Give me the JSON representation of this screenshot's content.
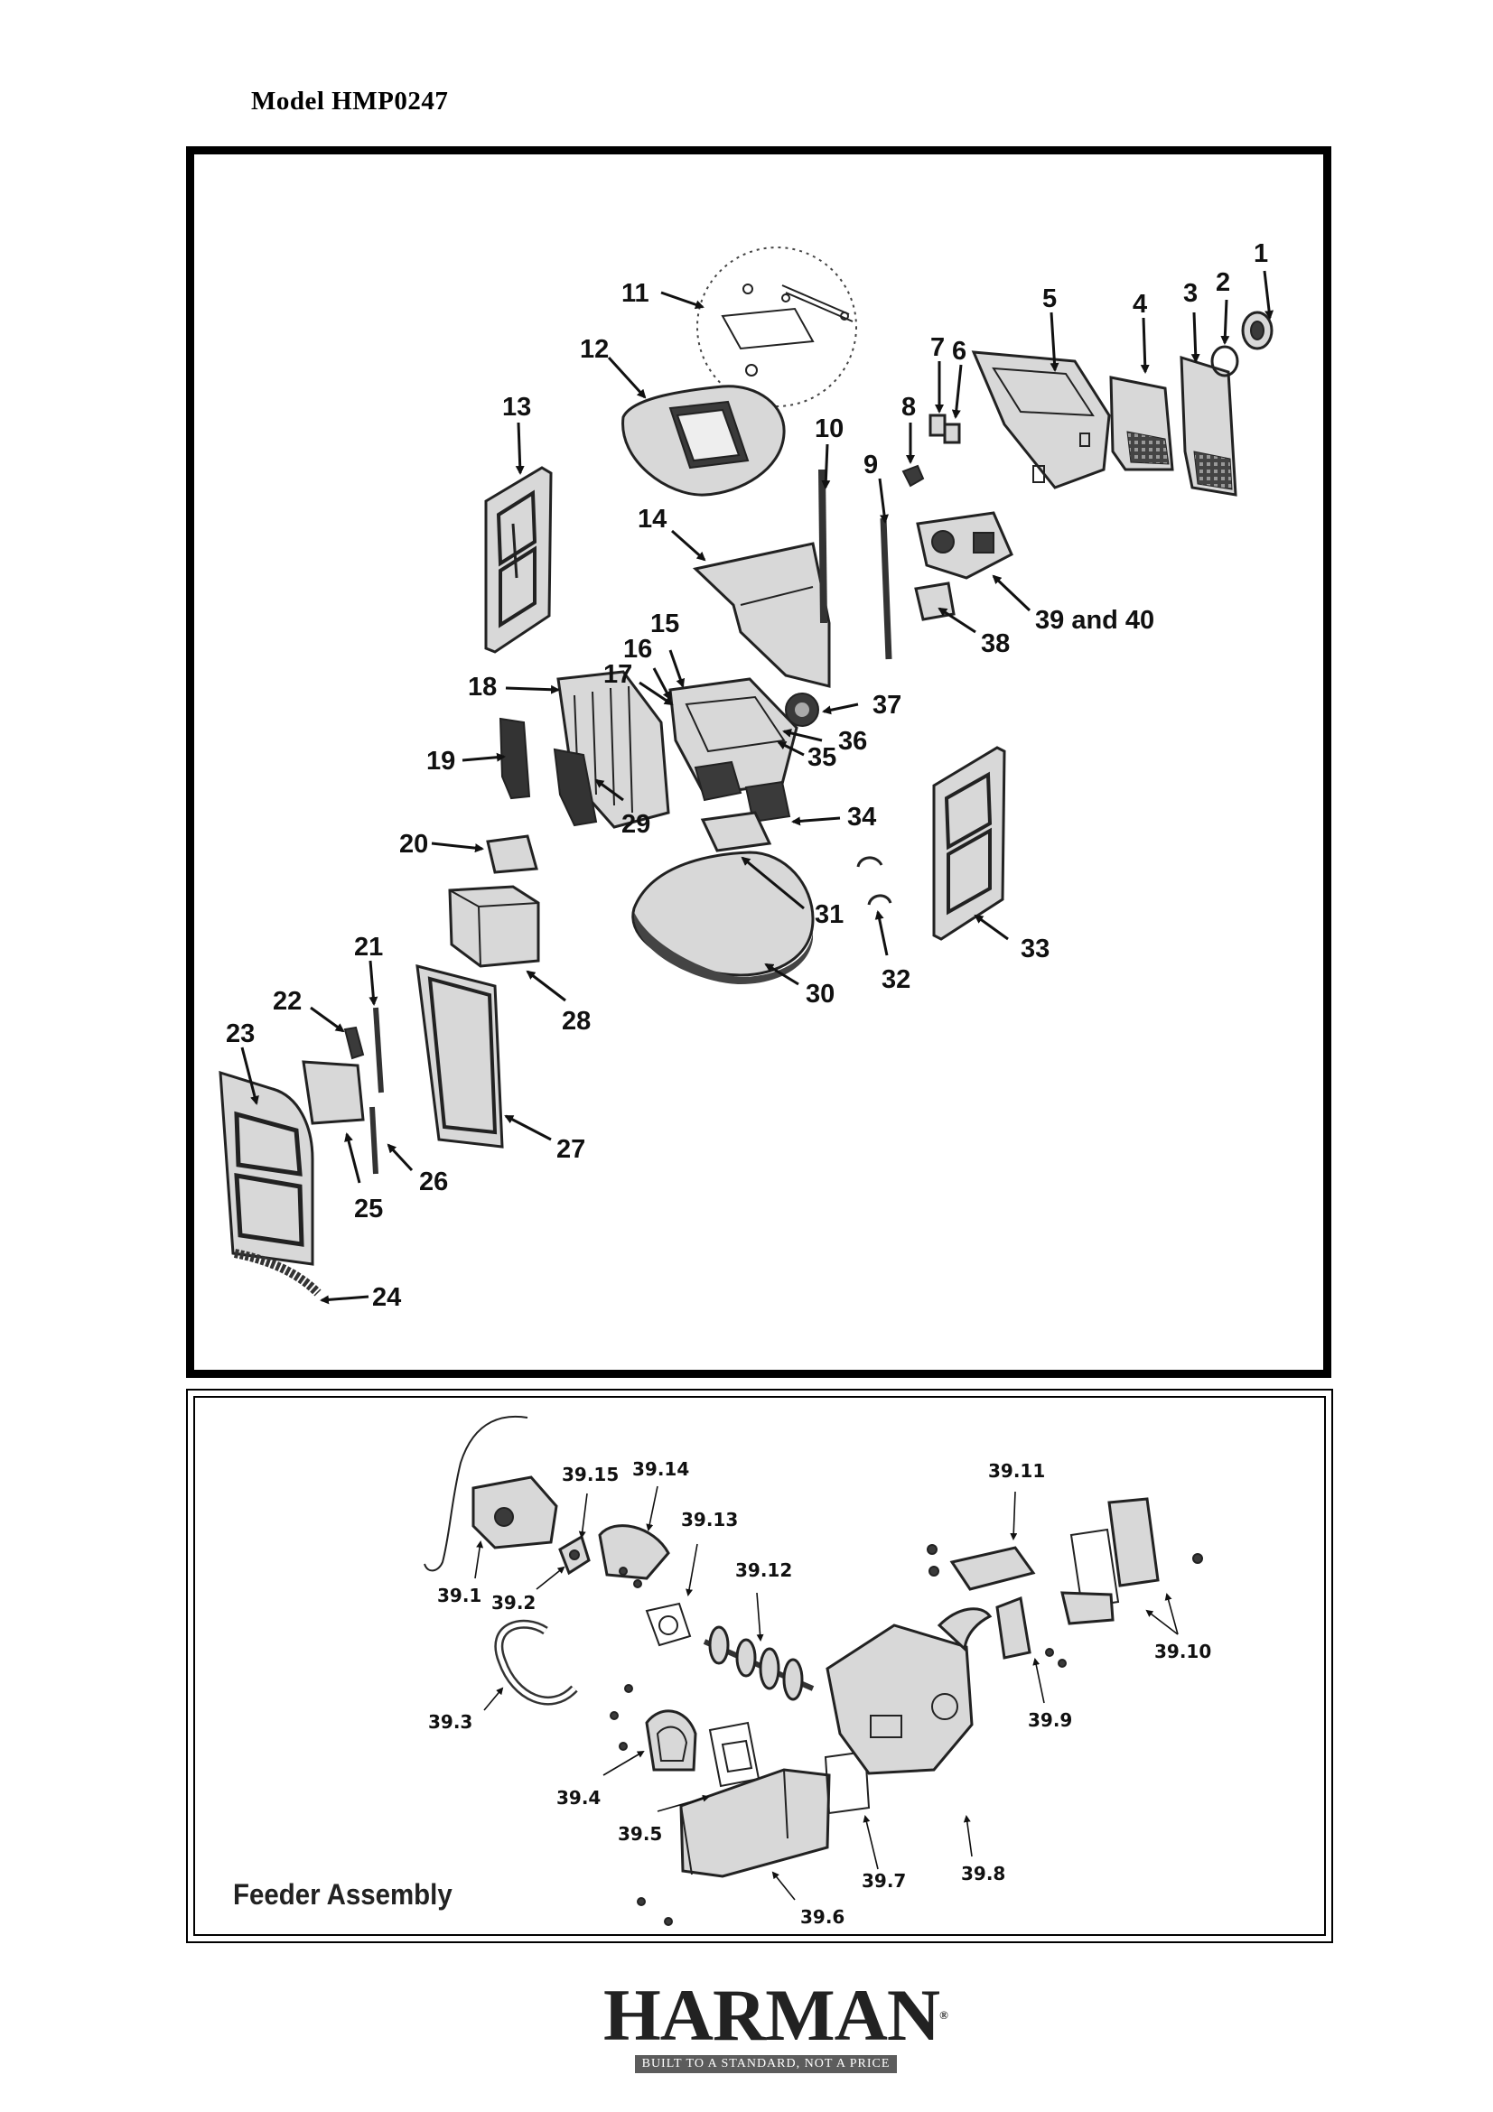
{
  "header": {
    "model_title": "Model  HMP0247"
  },
  "main_diagram": {
    "callouts": [
      "1",
      "2",
      "3",
      "4",
      "5",
      "6",
      "7",
      "8",
      "9",
      "10",
      "11",
      "12",
      "13",
      "14",
      "15",
      "16",
      "17",
      "18",
      "19",
      "20",
      "21",
      "22",
      "23",
      "24",
      "25",
      "26",
      "27",
      "28",
      "29",
      "30",
      "31",
      "32",
      "33",
      "34",
      "35",
      "36",
      "37",
      "38",
      "39 and 40"
    ]
  },
  "feeder_diagram": {
    "title": "Feeder Assembly",
    "callouts": [
      "39.1",
      "39.2",
      "39.3",
      "39.4",
      "39.5",
      "39.6",
      "39.7",
      "39.8",
      "39.9",
      "39.10",
      "39.11",
      "39.12",
      "39.13",
      "39.14",
      "39.15"
    ]
  },
  "logo": {
    "brand": "HARMAN",
    "registered": "®",
    "tagline": "BUILT TO A STANDARD, NOT A PRICE"
  }
}
